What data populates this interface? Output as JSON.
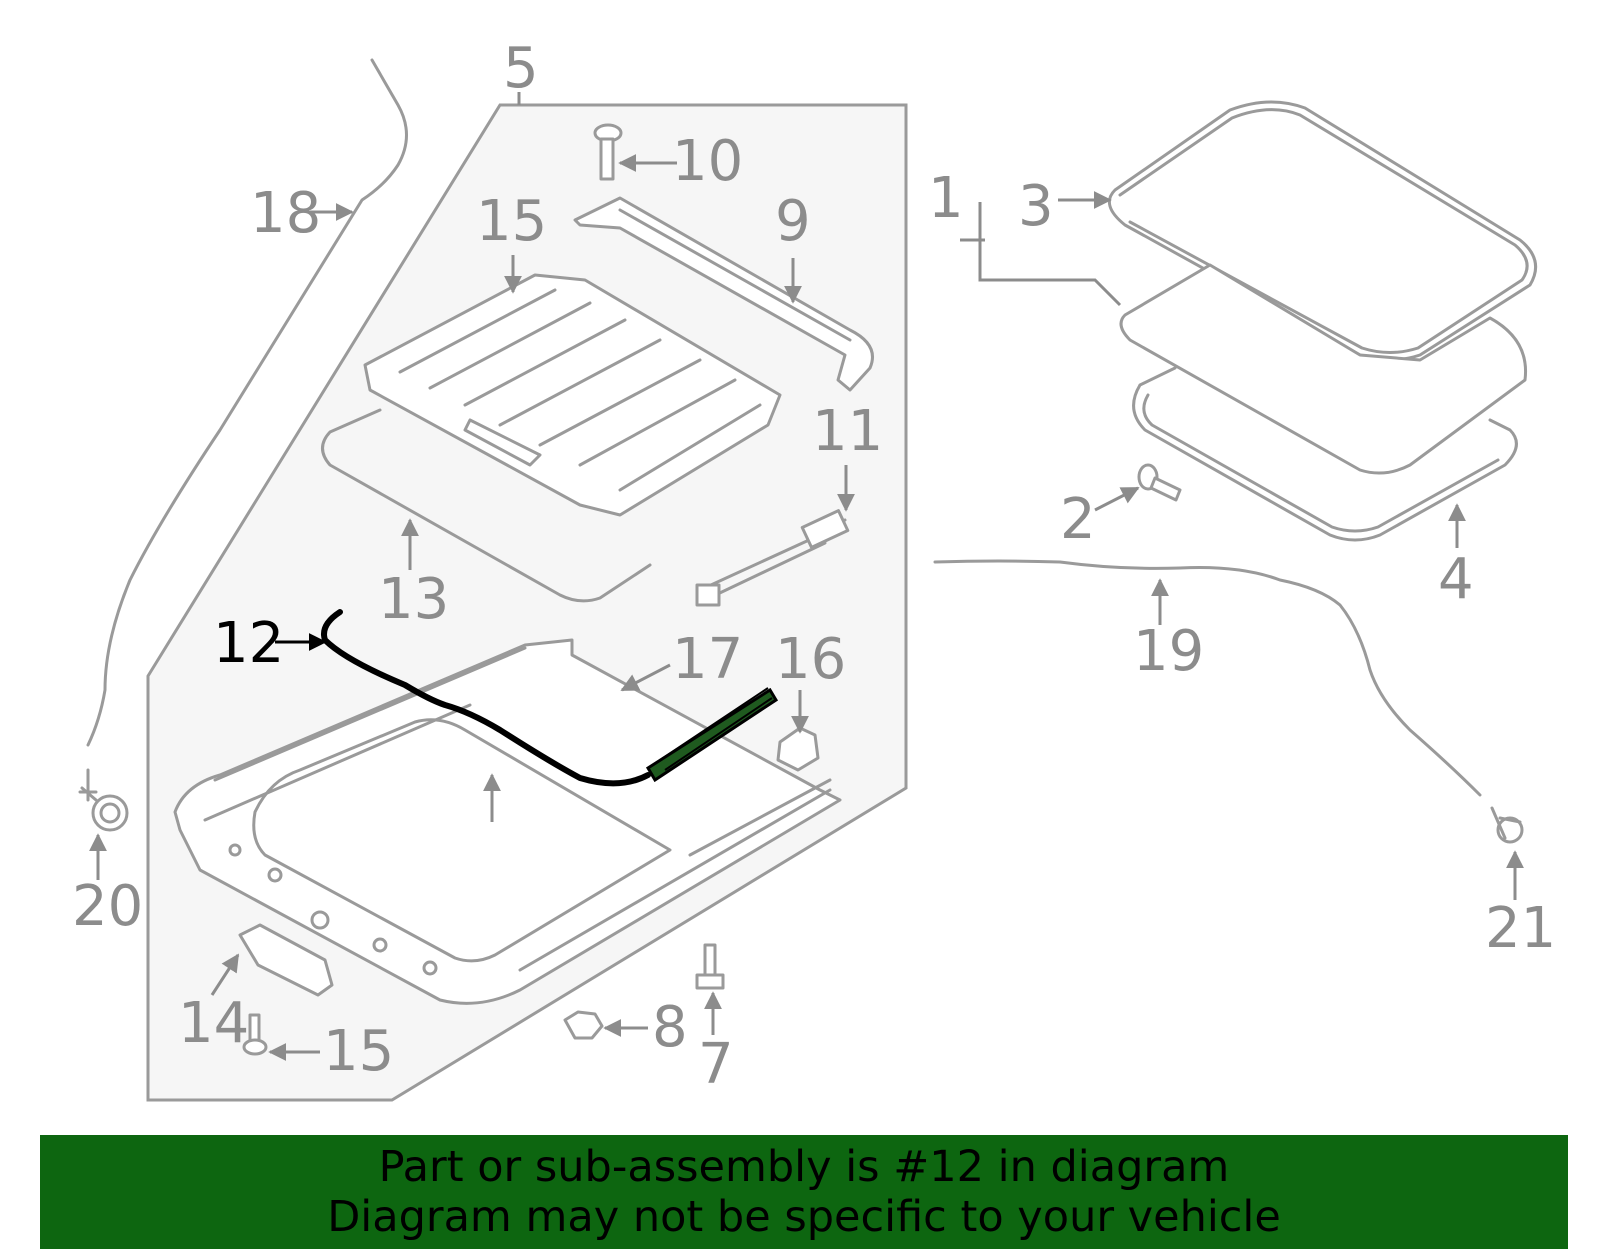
{
  "callouts": {
    "c1": "1",
    "c2": "2",
    "c3": "3",
    "c4": "4",
    "c5": "5",
    "c7": "7",
    "c8": "8",
    "c9": "9",
    "c10": "10",
    "c11": "11",
    "c12": "12",
    "c13": "13",
    "c14": "14",
    "c15a": "15",
    "c15b": "15",
    "c16": "16",
    "c17": "17",
    "c18": "18",
    "c19": "19",
    "c20": "20",
    "c21": "21"
  },
  "highlight": {
    "part_number": "12",
    "color": "#000000",
    "part_fill": "#1f5a1f"
  },
  "banner": {
    "line1": "Part or sub-assembly is #12 in diagram",
    "line2": "Diagram may not be specific to your vehicle",
    "color": "#0d6610"
  }
}
